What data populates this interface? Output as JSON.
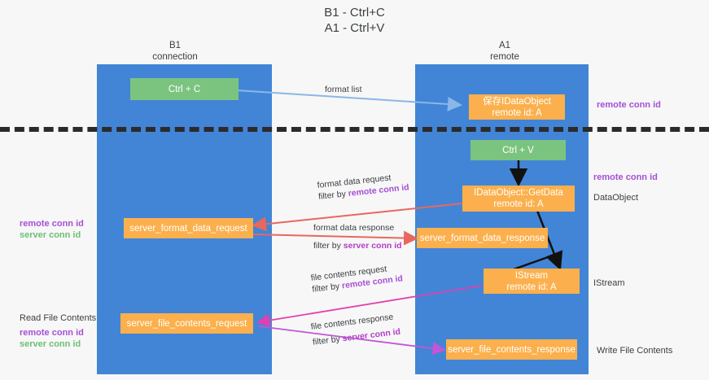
{
  "title": {
    "line1": "B1 - Ctrl+C",
    "line2": "A1 - Ctrl+V"
  },
  "columns": [
    {
      "name": "B1",
      "sub": "connection"
    },
    {
      "name": "A1",
      "sub": "remote"
    }
  ],
  "nodes": {
    "ctrl_c": "Ctrl + C",
    "data_object_top_l1": "保存IDataObject",
    "data_object_top_l2": "remote id: A",
    "ctrl_v": "Ctrl + V",
    "get_data_l1": "IDataObject::GetData",
    "get_data_l2": "remote id: A",
    "server_format_data_request": "server_format_data_request",
    "server_format_data_response": "server_format_data_response",
    "istream_l1": "IStream",
    "istream_l2": "remote id: A",
    "server_file_contents_request": "server_file_contents_request",
    "server_file_contents_response": "server_file_contents_response"
  },
  "annotations": {
    "right_remote_conn_id_top": "remote conn id",
    "right_remote_conn_id_mid": "remote conn id",
    "right_dataobject": "DataObject",
    "right_istream": "IStream",
    "right_write_file_contents": "Write File Contents",
    "left_remote_conn_id_mid": "remote conn id",
    "left_server_conn_id_mid": "server conn id",
    "left_read_file_contents": "Read File Contents",
    "left_remote_conn_id_bottom": "remote conn id",
    "left_server_conn_id_bottom": "server conn id"
  },
  "edges": [
    {
      "id": "format-list",
      "label": "format list",
      "filter_prefix": "",
      "filter_key": "",
      "color": "#8ab7e8"
    },
    {
      "id": "format-data-request",
      "label": "format data request",
      "filter_prefix": "filter by ",
      "filter_key": "remote conn id",
      "color": "#e8685d"
    },
    {
      "id": "format-data-response",
      "label": "format data response",
      "filter_prefix": "filter by ",
      "filter_key": "server conn id",
      "color": "#e8685d"
    },
    {
      "id": "file-contents-request",
      "label": "file contents request",
      "filter_prefix": "filter by ",
      "filter_key": "remote conn id",
      "color": "#e040b0"
    },
    {
      "id": "file-contents-response",
      "label": "file contents response",
      "filter_prefix": "filter by ",
      "filter_key": "server conn id",
      "color": "#c355d6"
    }
  ],
  "colors": {
    "lane": "#4285d6",
    "green_node": "#7bc47f",
    "orange_node": "#fbb04d",
    "purple_text": "#a64fd6",
    "green_text": "#6cbf73",
    "background": "#f7f7f7",
    "divider": "#2b2b2b"
  }
}
